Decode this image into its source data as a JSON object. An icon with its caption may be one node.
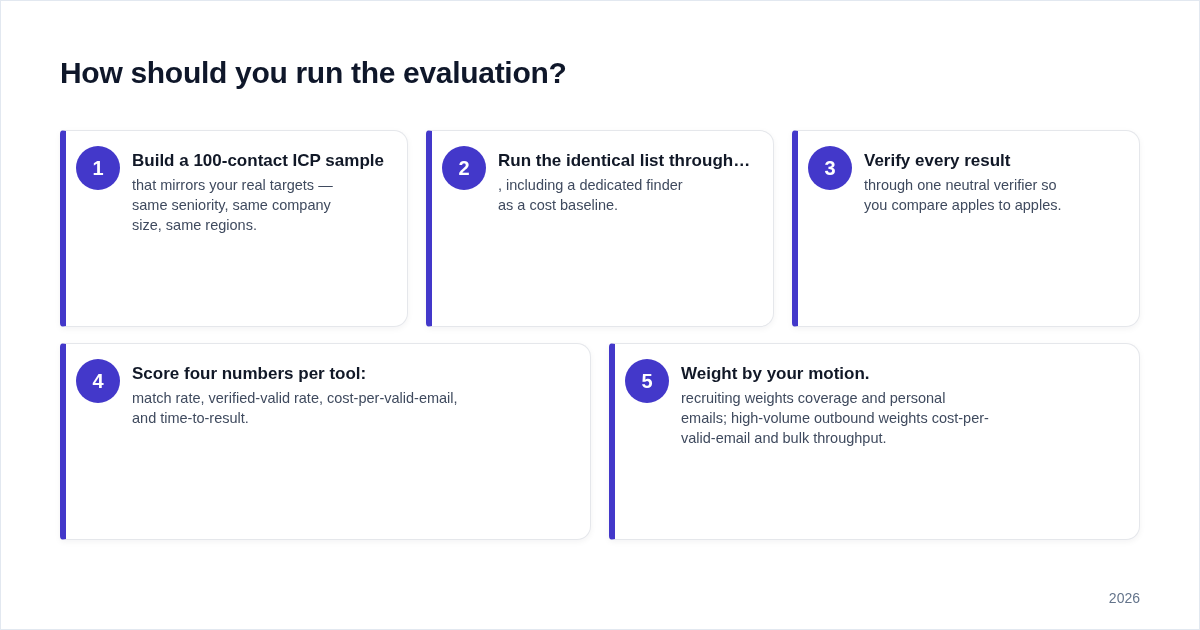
{
  "diagram": {
    "title": "How should you run the evaluation?",
    "nodes": [
      {
        "text": [
          "Build a 100-contact ICP sample",
          "that mirrors your real targets — same seniority, same company size, same regions."
        ]
      },
      {
        "text": [
          "1"
        ],
        "in": 0
      },
      {
        "text": [
          "Run the identical list through…",
          ", including a dedicated finder as a cost baseline."
        ]
      },
      {
        "text": [
          "2"
        ],
        "in": 2
      },
      {
        "text": [
          "Verify every result",
          "through one neutral verifier so you compare apples to apples."
        ]
      },
      {
        "text": [
          "3"
        ],
        "in": 4
      },
      {
        "text": [
          "Score four numbers per tool:",
          "match rate, verified-valid rate, cost-per-valid-email, and time-to-result."
        ]
      },
      {
        "text": [
          "4"
        ],
        "in": 6
      },
      {
        "text": [
          "Weight by your motion.",
          "recruiting weights coverage and personal emails; high-volume outbound weights cost-per-valid-email and bulk throughput."
        ]
      },
      {
        "text": [
          "5"
        ],
        "in": 8
      }
    ],
    "labels": [
      "2026"
    ]
  }
}
